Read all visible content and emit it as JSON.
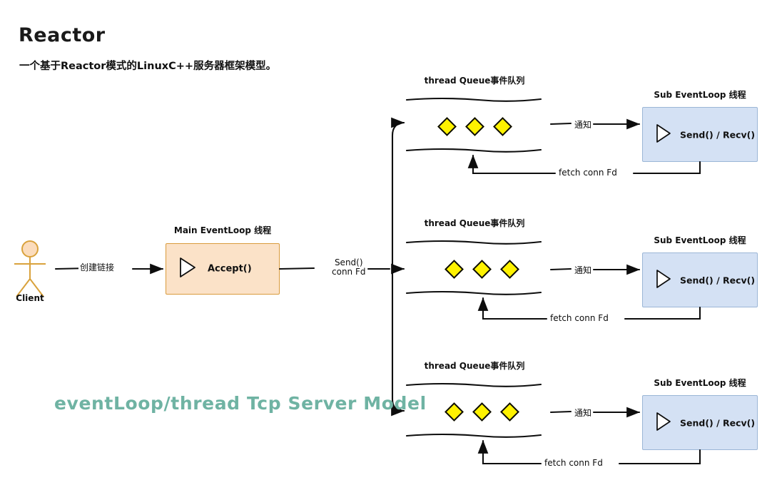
{
  "page": {
    "title": "Reactor",
    "subtitle": "一个基于Reactor模式的LinuxC++服务器框架模型。",
    "model_text": "eventLoop/thread Tcp Server Model",
    "background_color": "#ffffff",
    "model_text_color": "#6FB3A3"
  },
  "client": {
    "label": "Client",
    "icon": "stick-figure-actor-icon",
    "color": "#D99B3C",
    "head_fill": "#FBDCBC"
  },
  "edges": {
    "create_connection": "创建链接",
    "send_conn_fd_line1": "Send()",
    "send_conn_fd_line2": "conn Fd",
    "notify": "通知",
    "fetch_conn_fd": "fetch conn Fd"
  },
  "main_eventloop": {
    "caption": "Main EventLoop 线程",
    "label": "Accept()",
    "fill": "#FBE2C8",
    "stroke": "#D99B3C",
    "icon": "play-triangle-icon"
  },
  "queues": [
    {
      "caption": "thread Queue事件队列",
      "events": [
        "event-diamond",
        "event-diamond",
        "event-diamond"
      ],
      "event_color": "#FFF200"
    },
    {
      "caption": "thread Queue事件队列",
      "events": [
        "event-diamond",
        "event-diamond",
        "event-diamond"
      ],
      "event_color": "#FFF200"
    },
    {
      "caption": "thread Queue事件队列",
      "events": [
        "event-diamond",
        "event-diamond",
        "event-diamond"
      ],
      "event_color": "#FFF200"
    }
  ],
  "sub_eventloops": [
    {
      "caption": "Sub EventLoop 线程",
      "label": "Send() / Recv()",
      "fill": "#D4E1F4",
      "stroke": "#9BB6D6",
      "icon": "play-triangle-icon"
    },
    {
      "caption": "Sub EventLoop 线程",
      "label": "Send() / Recv()",
      "fill": "#D4E1F4",
      "stroke": "#9BB6D6",
      "icon": "play-triangle-icon"
    },
    {
      "caption": "Sub EventLoop 线程",
      "label": "Send() / Recv()",
      "fill": "#D4E1F4",
      "stroke": "#9BB6D6",
      "icon": "play-triangle-icon"
    }
  ]
}
